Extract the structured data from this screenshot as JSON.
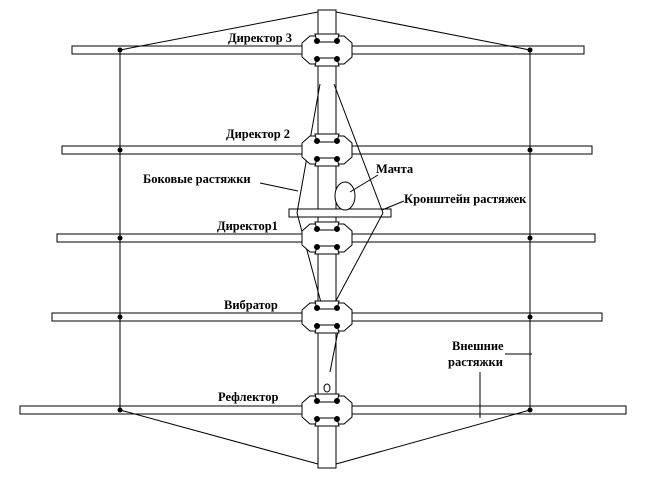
{
  "labels": {
    "director3": "Директор 3",
    "director2": "Директор 2",
    "side_guys": "Боковые растяжки",
    "mast": "Мачта",
    "guy_bracket": "Кронштейн растяжек",
    "director1": "Директор1",
    "vibrator": "Вибратор",
    "outer_guys_line1": "Внешние",
    "outer_guys_line2": "растяжки",
    "reflector": "Рефлектор"
  },
  "colors": {
    "stroke": "#000000",
    "fill": "#ffffff"
  }
}
